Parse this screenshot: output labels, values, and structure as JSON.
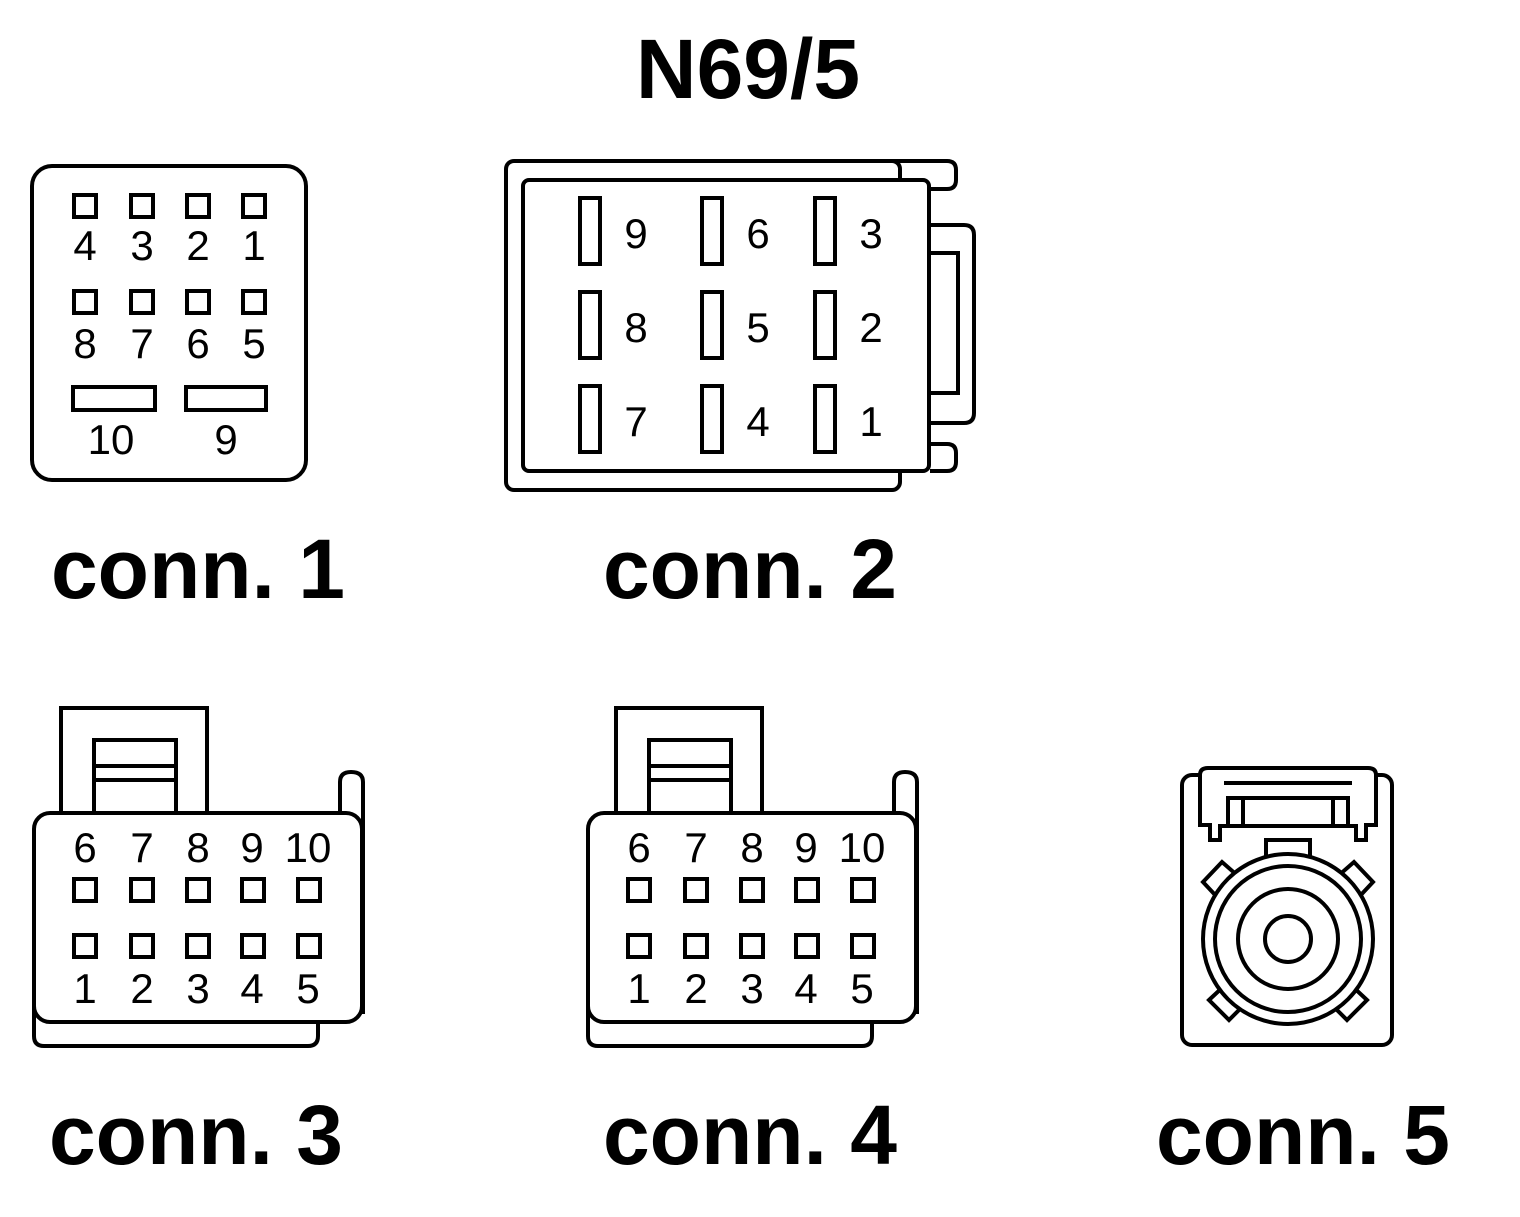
{
  "title": "N69/5",
  "colors": {
    "line": "#000000",
    "background": "#ffffff"
  },
  "connectors": [
    {
      "label": "conn. 1",
      "pins": [
        "1",
        "2",
        "3",
        "4",
        "5",
        "6",
        "7",
        "8",
        "9",
        "10"
      ]
    },
    {
      "label": "conn. 2",
      "pins": [
        "1",
        "2",
        "3",
        "4",
        "5",
        "6",
        "7",
        "8",
        "9"
      ]
    },
    {
      "label": "conn. 3",
      "pins": [
        "1",
        "2",
        "3",
        "4",
        "5",
        "6",
        "7",
        "8",
        "9",
        "10"
      ]
    },
    {
      "label": "conn. 4",
      "pins": [
        "1",
        "2",
        "3",
        "4",
        "5",
        "6",
        "7",
        "8",
        "9",
        "10"
      ]
    },
    {
      "label": "conn. 5",
      "pins": []
    }
  ]
}
